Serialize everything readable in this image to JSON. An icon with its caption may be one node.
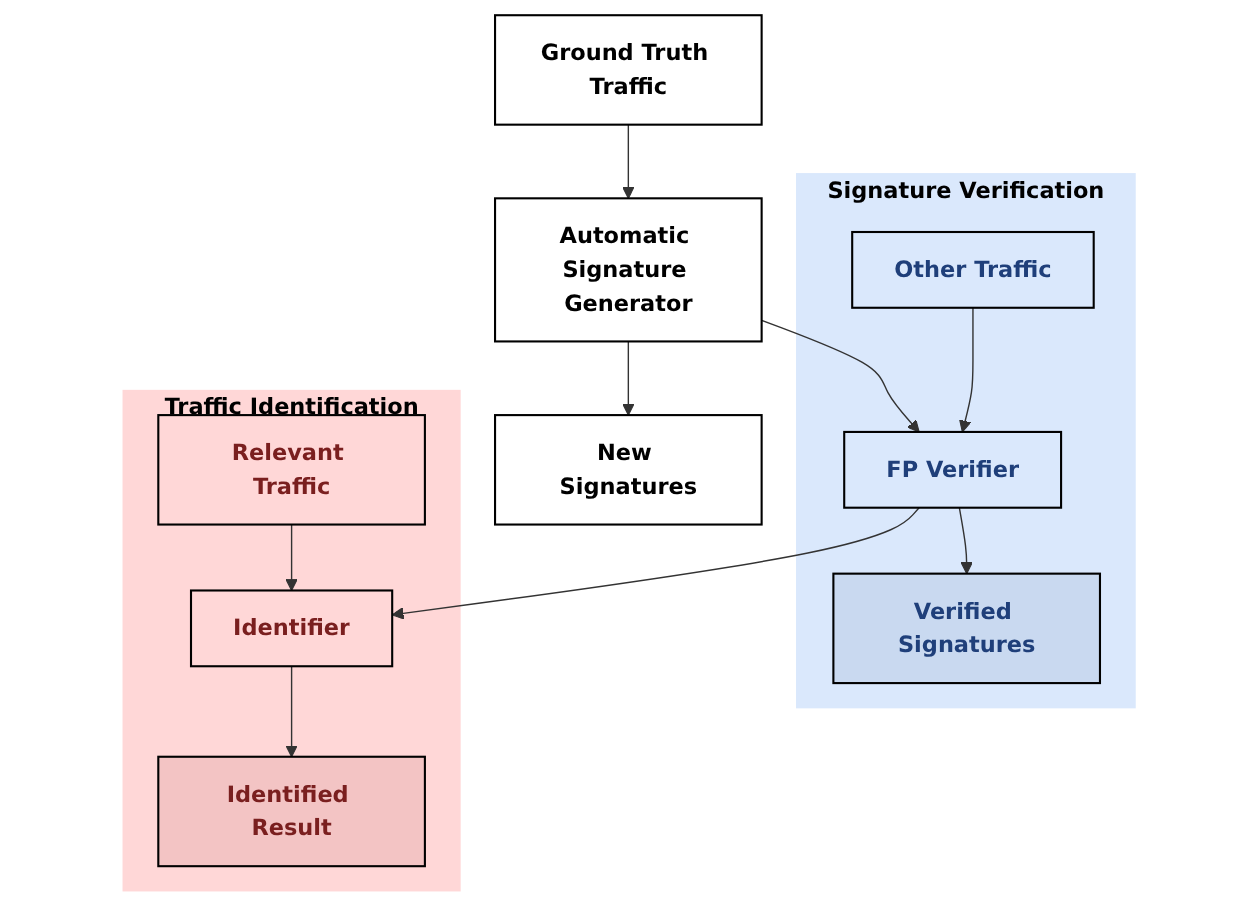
{
  "diagram": {
    "nodes": [
      {
        "text": [
          "Ground Truth Traffic"
        ]
      },
      {
        "text": [
          "Automatic Signature Generator"
        ]
      },
      {
        "text": [
          "New Signatures"
        ]
      },
      {
        "text": [
          "Signature Verification"
        ]
      },
      {
        "text": [
          "Other Traffic"
        ],
        "in": 3
      },
      {
        "text": [
          "FP Verifier"
        ],
        "in": 3
      },
      {
        "text": [
          "Verified Signatures"
        ],
        "in": 3
      },
      {
        "text": [
          "Traffic Identification"
        ]
      },
      {
        "text": [
          "Relevant Traffic"
        ],
        "in": 7
      },
      {
        "text": [
          "Identifier"
        ],
        "in": 7
      },
      {
        "text": [
          "Identified Result"
        ],
        "in": 7
      }
    ],
    "edges": [
      {
        "from": 0,
        "to": 1,
        "arrow": "to"
      },
      {
        "from": 1,
        "to": 2,
        "arrow": "to"
      },
      {
        "from": 1,
        "to": 5,
        "arrow": "to"
      },
      {
        "from": 4,
        "to": 5,
        "arrow": "to"
      },
      {
        "from": 5,
        "to": 6,
        "arrow": "to"
      },
      {
        "from": 5,
        "to": 9,
        "arrow": "to"
      },
      {
        "from": 8,
        "to": 9,
        "arrow": "to"
      },
      {
        "from": 9,
        "to": 10,
        "arrow": "to"
      }
    ]
  }
}
